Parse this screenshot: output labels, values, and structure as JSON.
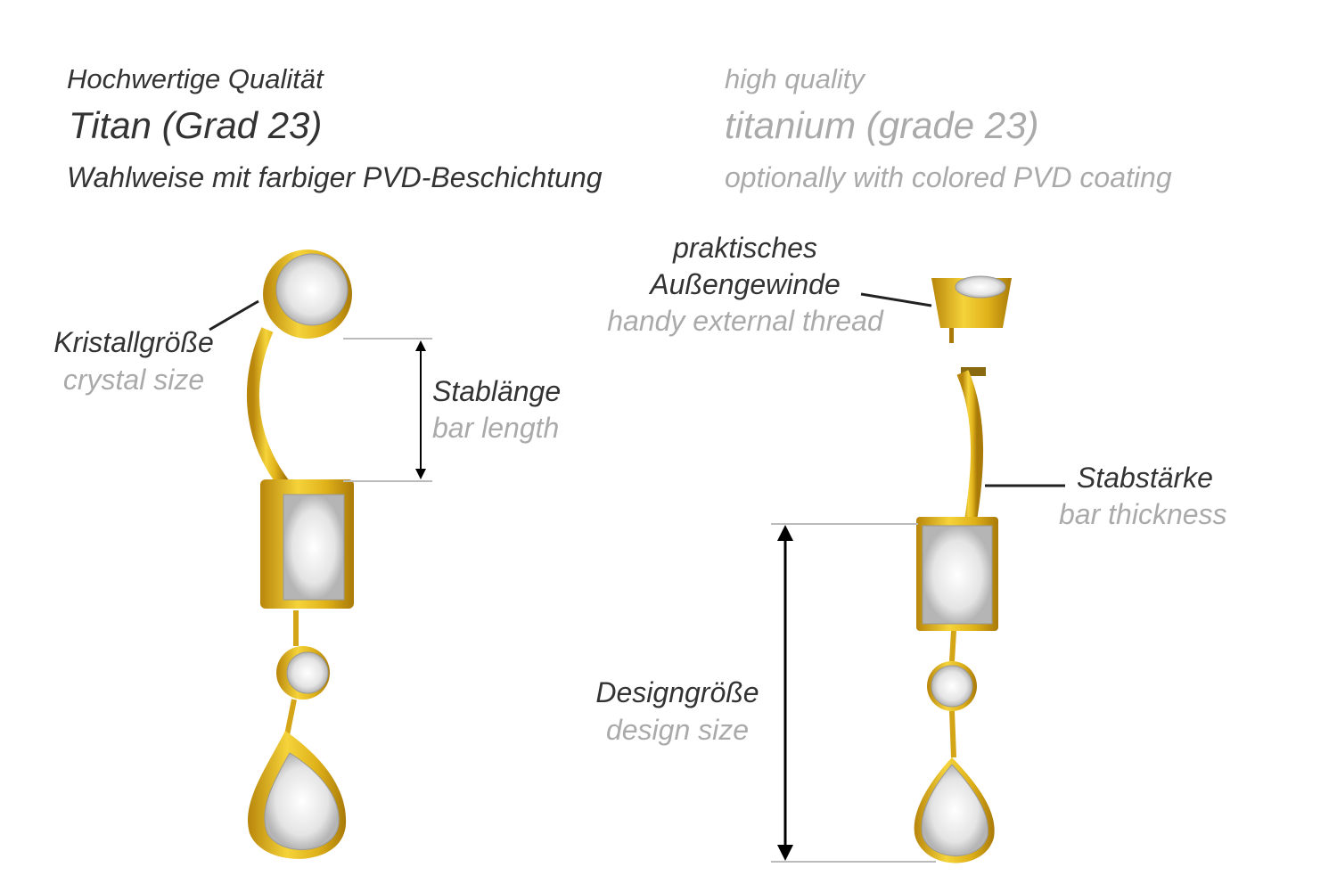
{
  "header_de": {
    "line1": "Hochwertige Qualität",
    "line2": "Titan (Grad 23)",
    "line3": "Wahlweise mit farbiger PVD-Beschichtung"
  },
  "header_en": {
    "line1": "high quality",
    "line2": "titanium (grade 23)",
    "line3": "optionally with colored PVD coating"
  },
  "labels": {
    "crystal_de": "Kristallgröße",
    "crystal_en": "crystal size",
    "bar_length_de": "Stablänge",
    "bar_length_en": "bar length",
    "thread_de_1": "praktisches",
    "thread_de_2": "Außengewinde",
    "thread_en": "handy external thread",
    "thickness_de": "Stabstärke",
    "thickness_en": "bar thickness",
    "design_de": "Designgröße",
    "design_en": "design size"
  },
  "colors": {
    "gold": "#e0b21a",
    "text_dark": "#333333",
    "text_gray": "#aaaaaa"
  }
}
